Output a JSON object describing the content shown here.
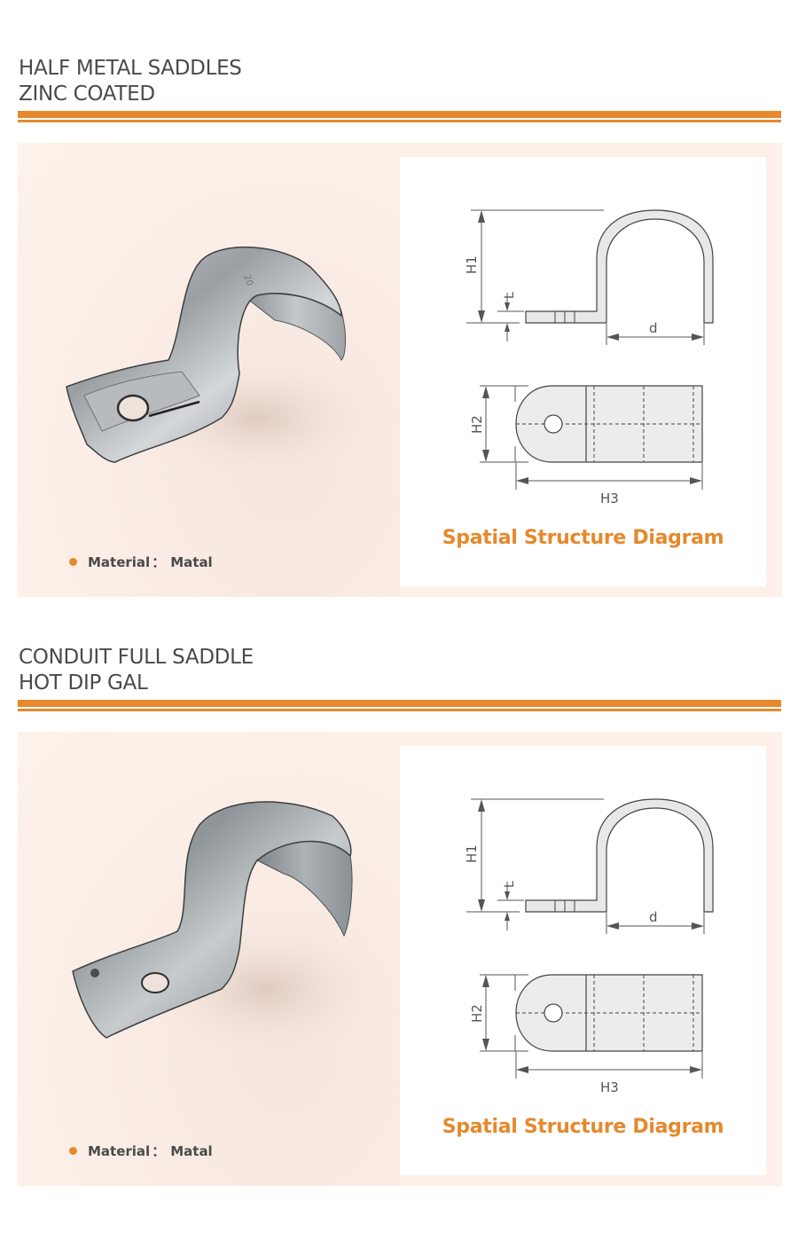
{
  "colors": {
    "accent": "#e5892c",
    "panel_bg": "#fdf0e8",
    "title_text": "#4a4a4a"
  },
  "sections": [
    {
      "title_line1": "HALF METAL SADDLES",
      "title_line2": "ZINC COATED",
      "photo": {
        "subject": "half metal saddle, zinc coated clamp with single mounting hole"
      },
      "material": {
        "label": "Material",
        "separator": "：",
        "value": "Matal"
      },
      "diagram": {
        "caption": "Spatial Structure Diagram",
        "labels": {
          "h1": "H1",
          "l": "L",
          "d": "d",
          "h2": "H2",
          "h3": "H3"
        }
      }
    },
    {
      "title_line1": "CONDUIT FULL SADDLE",
      "title_line2": "HOT DIP GAL",
      "photo": {
        "subject": "conduit full saddle, hot dip galvanized clamp with single mounting hole"
      },
      "material": {
        "label": "Material",
        "separator": "：",
        "value": "Matal"
      },
      "diagram": {
        "caption": "Spatial Structure Diagram",
        "labels": {
          "h1": "H1",
          "l": "L",
          "d": "d",
          "h2": "H2",
          "h3": "H3"
        }
      }
    }
  ]
}
